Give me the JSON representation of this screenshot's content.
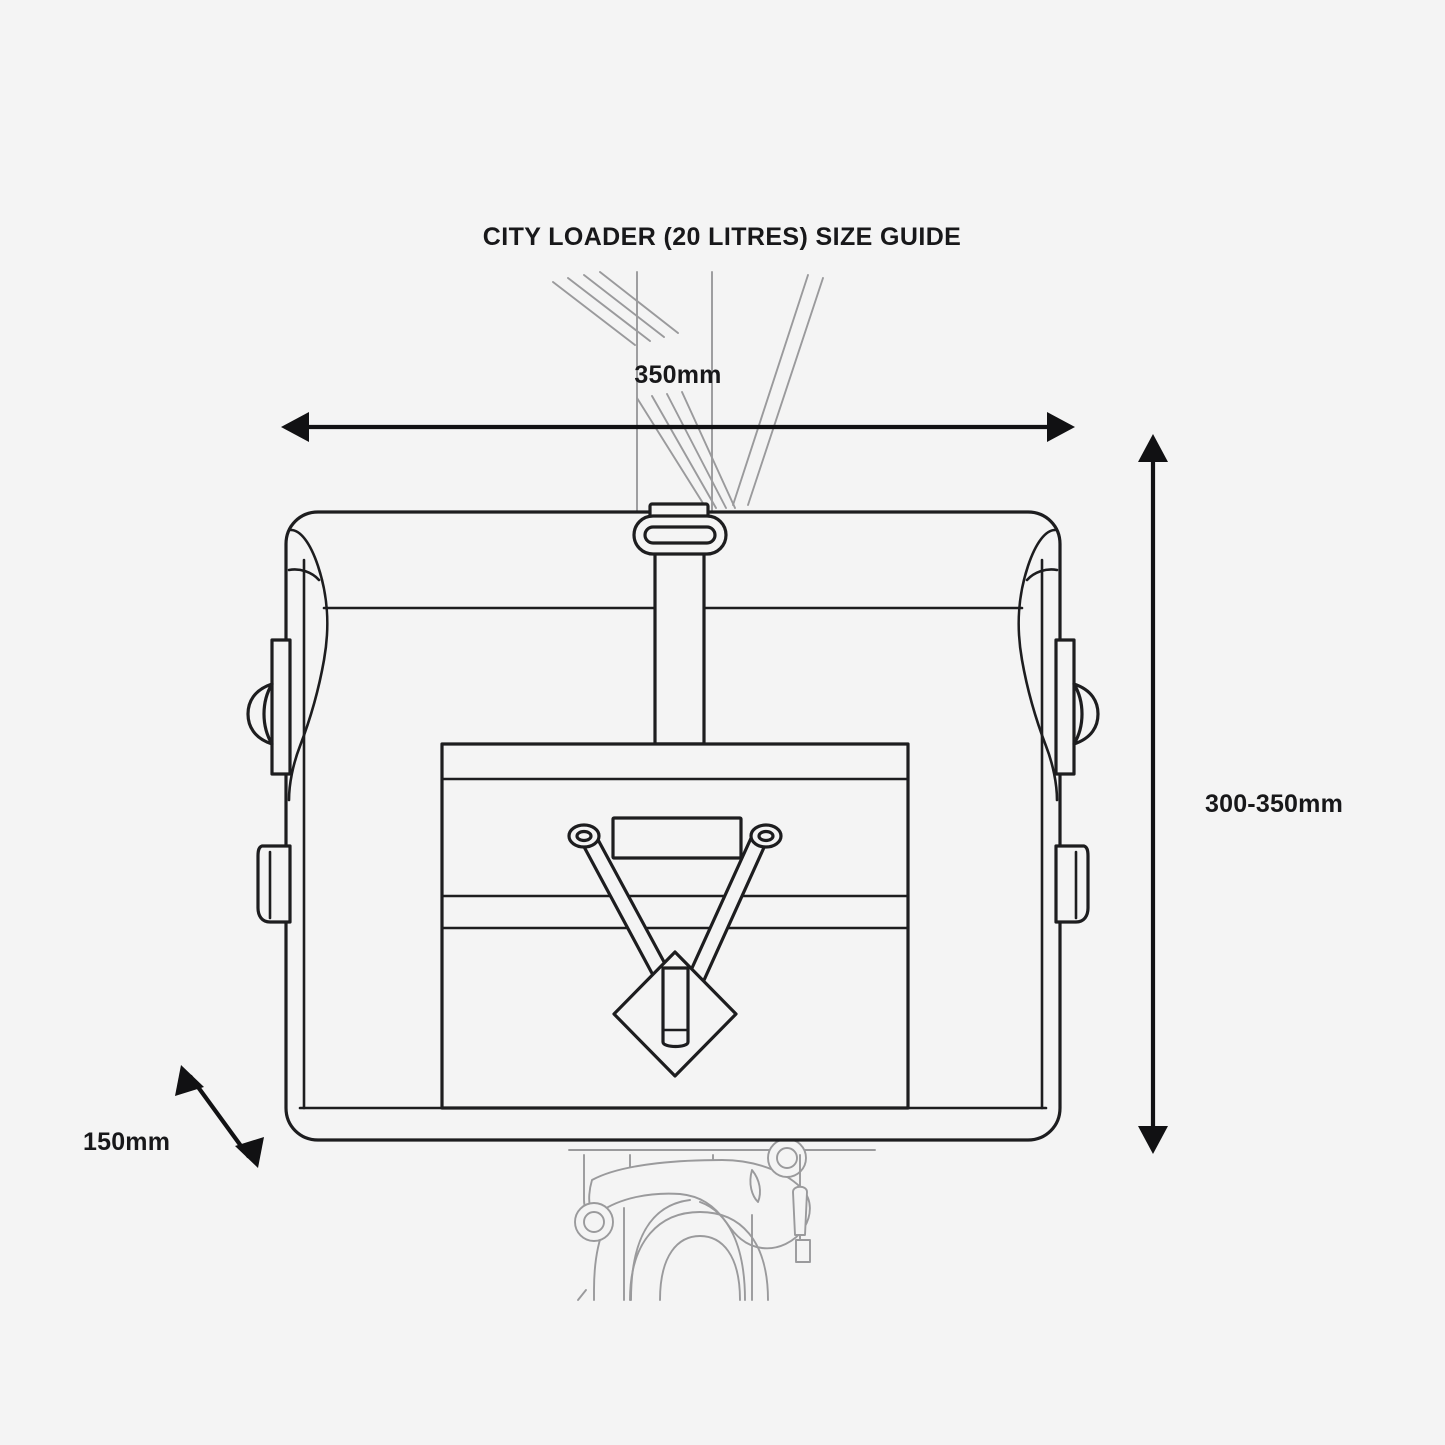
{
  "page": {
    "title": "CITY LOADER (20 LITRES) SIZE GUIDE",
    "background_color": "#f4f4f4",
    "ink_color": "#1d1d1f",
    "ghost_color": "#9a9a9c",
    "text_color": "#18181a"
  },
  "dimensions": {
    "width": {
      "label": "350mm",
      "axis": "horizontal",
      "arrow_style": "double-headed"
    },
    "height": {
      "label": "300-350mm",
      "axis": "vertical",
      "arrow_style": "double-headed"
    },
    "depth": {
      "label": "150mm",
      "axis": "diagonal",
      "arrow_style": "double-headed"
    }
  },
  "product": {
    "name": "City Loader",
    "capacity": "20 LITRES",
    "type": "handlebar bag",
    "parts": [
      {
        "name": "roll-top-body",
        "label": "Roll top main body"
      },
      {
        "name": "roll-top-fold",
        "label": "Roll top fold line"
      },
      {
        "name": "center-strap",
        "label": "Centre mounting strap"
      },
      {
        "name": "strap-buckle",
        "label": "Strap slider buckle"
      },
      {
        "name": "front-pocket",
        "label": "Front pocket panel"
      },
      {
        "name": "label-patch",
        "label": "Brand label patch"
      },
      {
        "name": "bungee-cord",
        "label": "V bungee cord"
      },
      {
        "name": "reflector-diamond",
        "label": "Diamond reflector"
      },
      {
        "name": "side-d-ring-left",
        "label": "Left D-ring loop"
      },
      {
        "name": "side-d-ring-right",
        "label": "Right D-ring loop"
      },
      {
        "name": "side-tab-left",
        "label": "Left lower strap tab"
      },
      {
        "name": "side-tab-right",
        "label": "Right lower strap tab"
      }
    ]
  },
  "bicycle": {
    "visible": true,
    "style": "ghost-outline",
    "parts": [
      {
        "name": "handlebar-cables",
        "label": "Brake and gear cables"
      },
      {
        "name": "stem",
        "label": "Stem"
      },
      {
        "name": "fork-crown",
        "label": "Fork crown"
      },
      {
        "name": "brake-caliper",
        "label": "Brake caliper"
      },
      {
        "name": "front-tyre",
        "label": "Front tyre"
      }
    ]
  }
}
